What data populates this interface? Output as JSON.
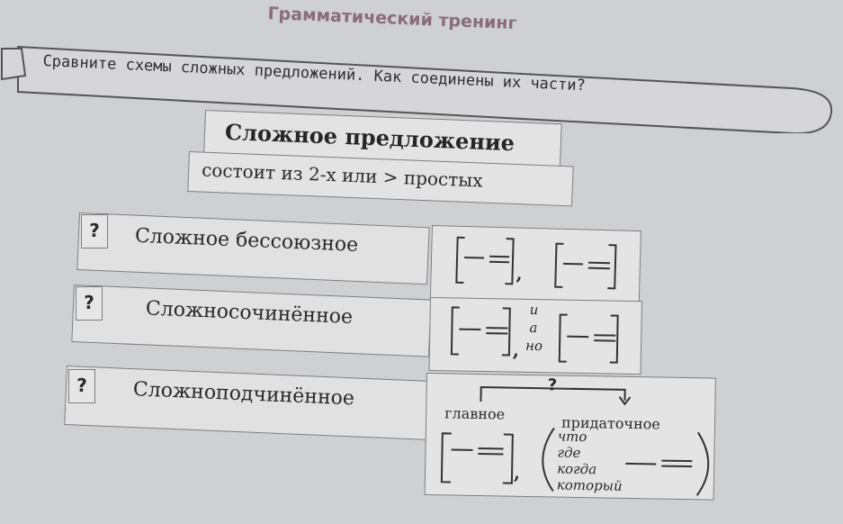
{
  "heading": "Грамматический тренинг",
  "task": "Сравните схемы сложных предложений. Как соединены их части?",
  "title": "Сложное предложение",
  "subtitle": "состоит из 2-х или > простых",
  "rows": [
    {
      "mark": "?",
      "label": "Сложное бессоюзное",
      "separator": ","
    },
    {
      "mark": "?",
      "label": "Сложносочинённое",
      "conjunctions": [
        "и",
        "а",
        "но"
      ],
      "separator": ","
    },
    {
      "mark": "?",
      "label": "Сложноподчинённое",
      "separator": ","
    }
  ],
  "complex_scheme": {
    "question": "?",
    "main_label": "главное",
    "sub_label": "придаточное",
    "conjunctions": [
      "что",
      "где",
      "когда",
      "который"
    ]
  }
}
